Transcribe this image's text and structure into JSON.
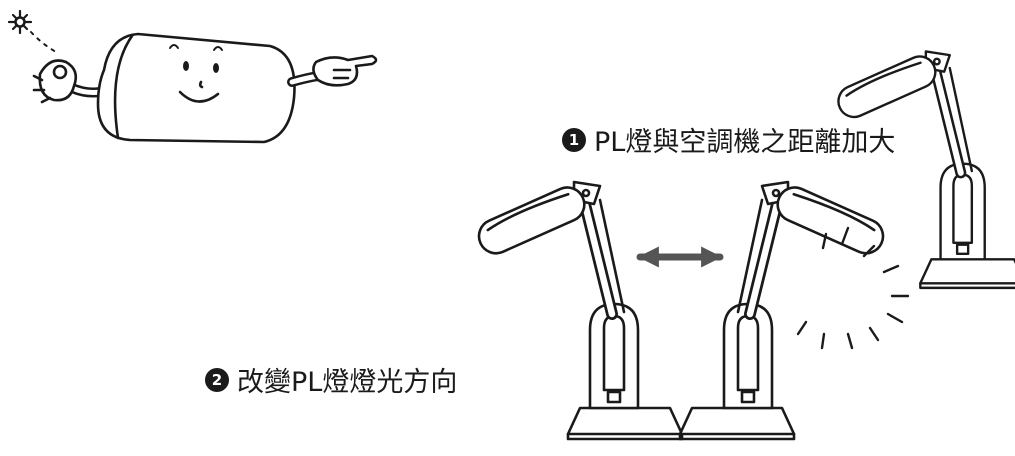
{
  "tips": [
    {
      "number": "1",
      "text": "PL燈與空調機之距離加大"
    },
    {
      "number": "2",
      "text": "改變PL燈燈光方向"
    }
  ],
  "icons": [
    "sparkle-icon",
    "double-arrow-icon",
    "pointing-hand-icon",
    "light-rays-icon"
  ],
  "colors": {
    "line": "#1a1a1a",
    "fill": "#ffffff",
    "arrow": "#555555"
  }
}
